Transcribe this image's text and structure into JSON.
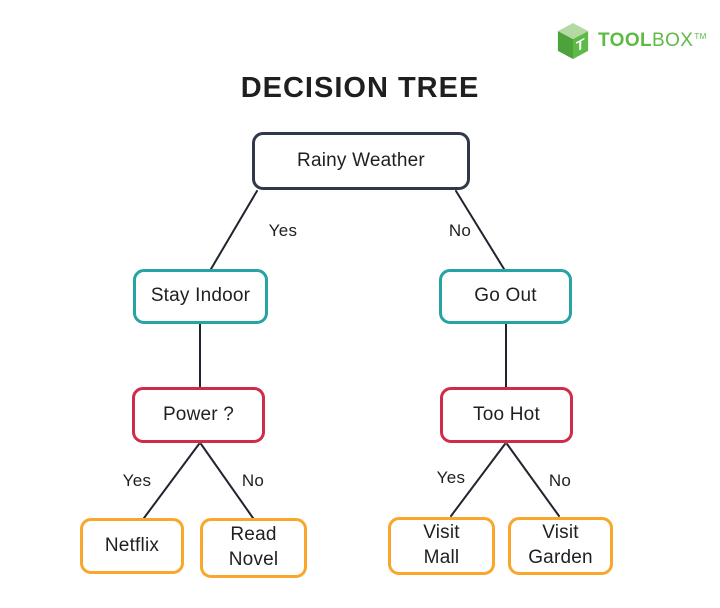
{
  "logo": {
    "brand_bold": "TOOL",
    "brand_light": "BOX",
    "trademark": "TM",
    "cube_letter": "T",
    "green": "#5eb946",
    "green_dark": "#4da339",
    "green_light": "#b4d9a4"
  },
  "title": "DECISION TREE",
  "colors": {
    "root_border": "#313847",
    "branch_border": "#27a3a6",
    "condition_border": "#d02b49",
    "leaf_border": "#f8a72c",
    "line": "#20242f",
    "text": "#1f1f1f"
  },
  "nodes": {
    "root": {
      "label": "Rainy Weather"
    },
    "stay_indoor": {
      "label": "Stay Indoor"
    },
    "go_out": {
      "label": "Go Out"
    },
    "power": {
      "label": "Power ?"
    },
    "too_hot": {
      "label": "Too Hot"
    },
    "netflix": {
      "label": "Netflix"
    },
    "read_novel": {
      "label": "Read Novel"
    },
    "visit_mall": {
      "label": "Visit Mall"
    },
    "visit_garden": {
      "label": "Visit Garden"
    }
  },
  "branches": {
    "root_yes": "Yes",
    "root_no": "No",
    "power_yes": "Yes",
    "power_no": "No",
    "too_hot_yes": "Yes",
    "too_hot_no": "No"
  }
}
